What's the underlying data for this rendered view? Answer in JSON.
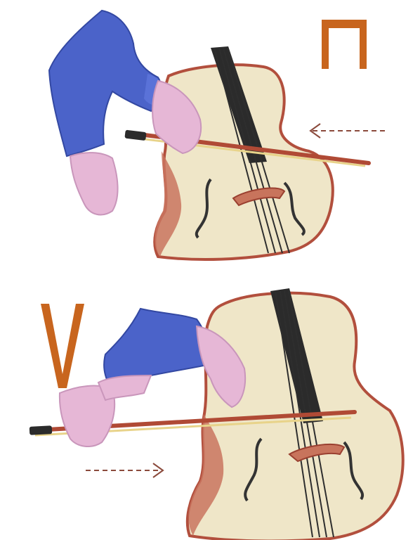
{
  "illustration": {
    "subject": "cello-bowing-directions",
    "panels": [
      {
        "id": "down-bow",
        "symbol": "down-bow-mark",
        "arrow": "pointing-left",
        "symbol_color": "#c8651e",
        "arrow_color": "#8b4a3c"
      },
      {
        "id": "up-bow",
        "symbol": "up-bow-mark",
        "arrow": "pointing-right",
        "symbol_color": "#c8651e",
        "arrow_color": "#8b4a3c"
      }
    ],
    "colors": {
      "cello_body": "#efe6c8",
      "cello_edge": "#b24f3d",
      "bow_stick": "#b04a35",
      "bow_hair": "#e8d38a",
      "sleeve": "#4b63c9",
      "skin": "#e6b7d6",
      "strings": "#2e2e2e",
      "fingerboard": "#2b2b2b"
    }
  }
}
